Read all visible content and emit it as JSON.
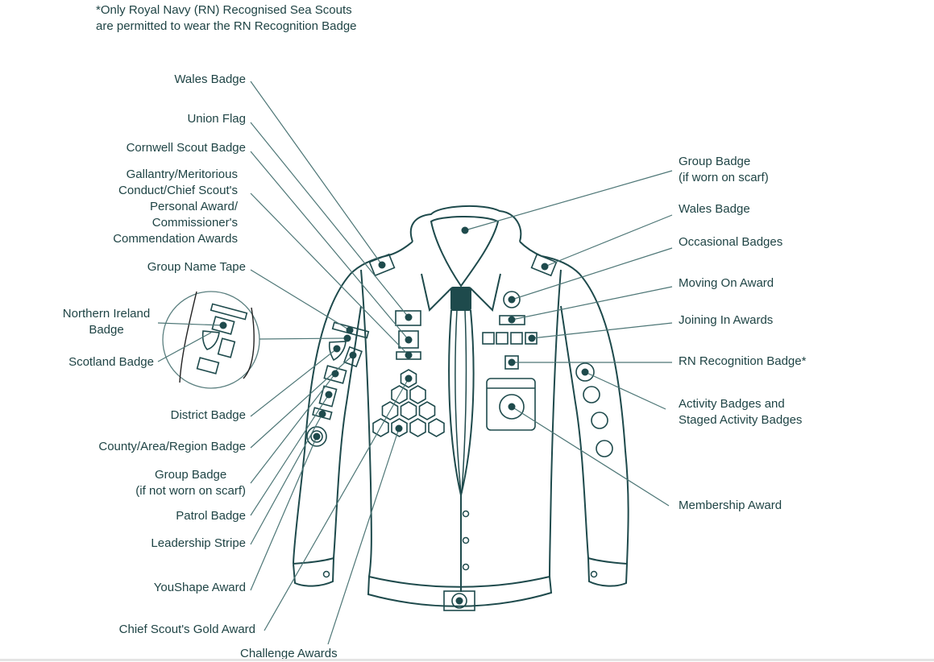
{
  "note": {
    "line1": "*Only Royal Navy (RN) Recognised Sea Scouts",
    "line2": "are permitted to wear the RN Recognition Badge"
  },
  "left_labels": [
    {
      "lines": [
        "Wales Badge"
      ]
    },
    {
      "lines": [
        "Union Flag"
      ]
    },
    {
      "lines": [
        "Cornwell Scout Badge"
      ]
    },
    {
      "lines": [
        "Gallantry/Meritorious",
        "Conduct/Chief Scout's",
        "Personal Award/",
        "Commissioner's",
        "Commendation Awards"
      ]
    },
    {
      "lines": [
        "Group Name Tape"
      ]
    },
    {
      "lines": [
        "Northern Ireland",
        "Badge"
      ]
    },
    {
      "lines": [
        "Scotland Badge"
      ]
    },
    {
      "lines": [
        "District Badge"
      ]
    },
    {
      "lines": [
        "County/Area/Region Badge"
      ]
    },
    {
      "lines": [
        "Group Badge",
        "(if not worn on scarf)"
      ]
    },
    {
      "lines": [
        "Patrol Badge"
      ]
    },
    {
      "lines": [
        "Leadership Stripe"
      ]
    },
    {
      "lines": [
        "YouShape Award"
      ]
    },
    {
      "lines": [
        "Chief Scout's Gold Award"
      ]
    },
    {
      "lines": [
        "Challenge Awards"
      ]
    }
  ],
  "right_labels": [
    {
      "lines": [
        "Group Badge",
        "(if worn on scarf)"
      ]
    },
    {
      "lines": [
        "Wales Badge"
      ]
    },
    {
      "lines": [
        "Occasional Badges"
      ]
    },
    {
      "lines": [
        "Moving On Award"
      ]
    },
    {
      "lines": [
        "Joining In Awards"
      ]
    },
    {
      "lines": [
        "RN Recognition Badge*"
      ]
    },
    {
      "lines": [
        "Activity Badges and",
        "Staged Activity Badges"
      ]
    },
    {
      "lines": [
        "Membership Award"
      ]
    }
  ],
  "colors": {
    "ink": "#1e4a4c",
    "leader": "#4d7676",
    "text": "#1f4445"
  }
}
